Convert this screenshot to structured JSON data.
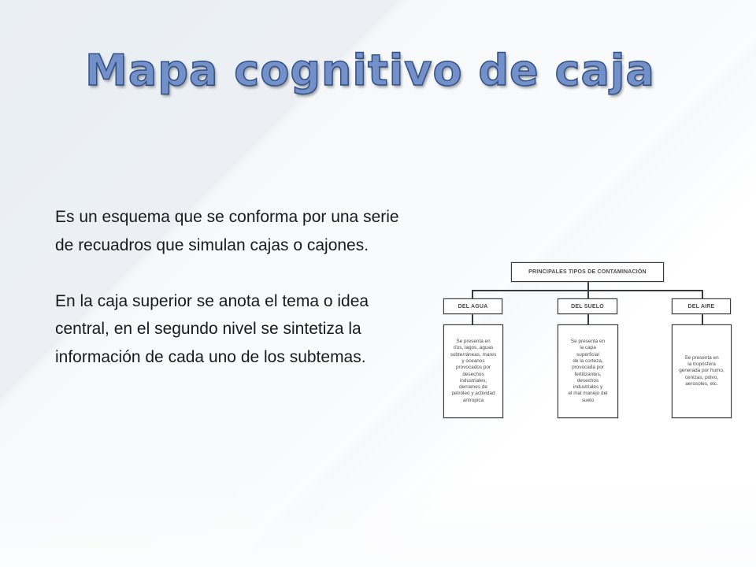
{
  "slide": {
    "title": "Mapa cognitivo de caja",
    "paragraphs": [
      "Es un esquema que se conforma por una serie de recuadros que simulan cajas o cajones.",
      "En la caja superior se anota el tema o idea central, en el segundo nivel se sintetiza la información de cada uno de los subtemas."
    ]
  },
  "diagram": {
    "root": "PRINCIPALES TIPOS DE CONTAMINACIÓN",
    "branches": [
      {
        "label": "DEL AGUA",
        "detail_lines": [
          "Se presenta en",
          "ríos, lagos, aguas",
          "subterráneas, mares",
          "y oceanos",
          "provocados por",
          "desechos",
          "industriales,",
          "derrames de",
          "petróleo y actividad",
          "antropica"
        ]
      },
      {
        "label": "DEL SUELO",
        "detail_lines": [
          "Se presenta en",
          "la capa",
          "superficial",
          "de la corteza,",
          "provocada por",
          "fertilizantes,",
          "desechos",
          "industriales y",
          "el mal manejo del",
          "suelo"
        ]
      },
      {
        "label": "DEL AIRE",
        "detail_lines": [
          "Se presenta en",
          "la tropósfera",
          "generada por humo,",
          "cenizas, polvo,",
          "aerosoles, etc."
        ]
      }
    ]
  },
  "colors": {
    "title_fill": "#7391c8",
    "title_outline": "#2f4f86",
    "text": "#1a1a1a",
    "diagram_border": "#3a3a3a"
  }
}
